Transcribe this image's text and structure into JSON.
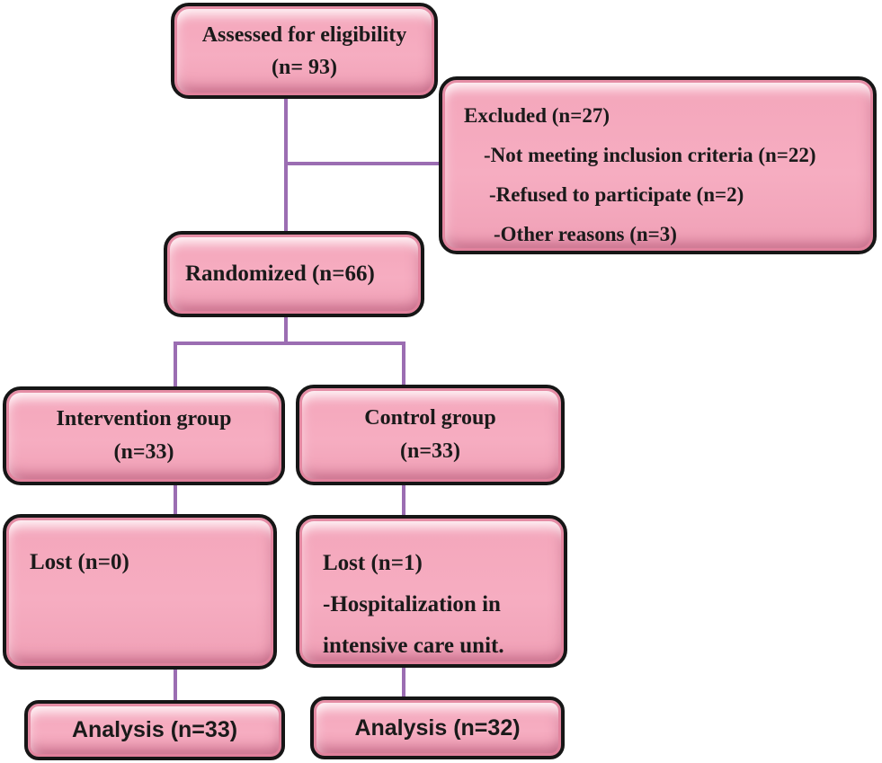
{
  "boxes": {
    "assessed": {
      "lines": [
        "Assessed for eligibility",
        "(n= 93)"
      ]
    },
    "excluded": {
      "heading": "Excluded (n=27)",
      "items": [
        "-Not meeting inclusion criteria (n=22)",
        "-Refused to participate (n=2)",
        "-Other reasons (n=3)"
      ]
    },
    "randomized": {
      "label": "Randomized (n=66)"
    },
    "intervention": {
      "lines": [
        "Intervention group",
        "(n=33)"
      ]
    },
    "control": {
      "lines": [
        "Control group",
        "(n=33)"
      ]
    },
    "lost_intervention": {
      "label": "Lost (n=0)"
    },
    "lost_control": {
      "heading": "Lost (n=1)",
      "items": [
        "-Hospitalization in",
        "intensive care unit."
      ]
    },
    "analysis_intervention": {
      "label": "Analysis (n=33)"
    },
    "analysis_control": {
      "label": "Analysis (n=32)"
    }
  },
  "colors": {
    "box_fill": "#f5a9bd",
    "box_highlight": "#fcd2dd",
    "box_shadow": "#d98ba3",
    "box_border": "#161616",
    "connector": "#9b6db2",
    "text": "#1a1a1a",
    "background": "#ffffff"
  }
}
